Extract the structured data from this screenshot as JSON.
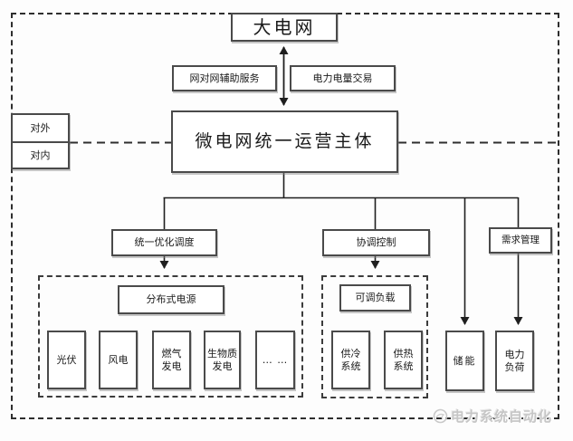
{
  "colors": {
    "background": "#fdfdfd",
    "line": "#1f1f1f",
    "box_border": "#4a4a4a",
    "dashed_border": "#2e2e2e",
    "watermark": "#c6c6c6"
  },
  "diagram": {
    "grid": "大电网",
    "aux_service": "网对网辅助服务",
    "energy_trade": "电力电量交易",
    "boundary": {
      "external": "对外",
      "internal": "对内"
    },
    "operator": "微电网统一运营主体",
    "functions": {
      "dispatch": "统一优化调度",
      "control": "协调控制",
      "demand": "需求管理"
    },
    "distributed": {
      "title": "分布式电源",
      "pv": "光伏",
      "wind": "风电",
      "gas": "燃气\n发电",
      "biomass": "生物质\n发电",
      "more": "… …"
    },
    "adjustable": {
      "title": "可调负载",
      "cooling": "供冷\n系统",
      "heating": "供热\n系统"
    },
    "storage": "储能",
    "load": "电力\n负荷"
  },
  "footer": {
    "brand": "电力系统自动化",
    "logo_icon": "circle-logo"
  }
}
